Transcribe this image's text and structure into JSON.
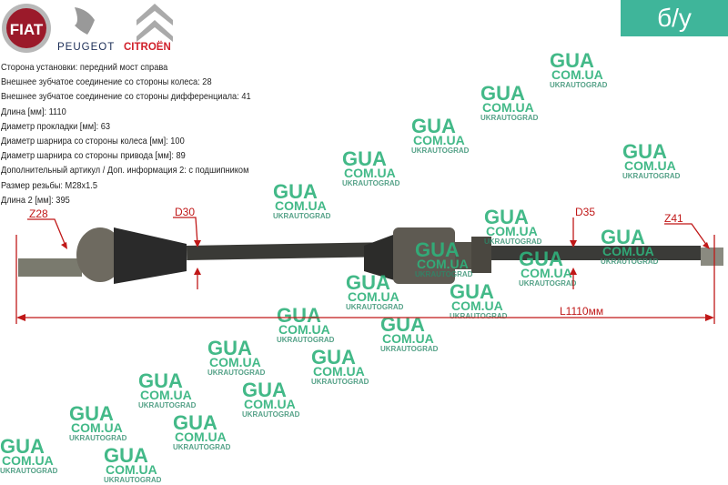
{
  "brands": {
    "fiat": "FIAT",
    "peugeot": "PEUGEOT",
    "citroen": "CITROËN"
  },
  "badge": "б/у",
  "specs": [
    "Сторона установки: передний мост справа",
    "Внешнее зубчатое соединение со стороны колеса: 28",
    "Внешнее зубчатое соединение со стороны дифференциала: 41",
    "Длина [мм]: 1110",
    "Диаметр прокладки [мм]: 63",
    "Диаметр шарнира со стороны колеса [мм]: 100",
    "Диаметр шарнира со стороны привода [мм]: 89",
    "Дополнительный артикул / Доп. информация 2: с подшипником",
    "Размер резьбы: M28x1.5",
    "Длина 2 [мм]: 395"
  ],
  "labels": {
    "z28": "Z28",
    "d30": "D30",
    "d35": "D35",
    "z41": "Z41",
    "length": "L1110мм"
  },
  "watermark": {
    "a": "GUA",
    "b": "COM.UA",
    "c": "UKRAUTOGRAD"
  },
  "colors": {
    "badge": "#3fb59a",
    "annotation": "#c01818",
    "watermark": "#2fb27c"
  }
}
